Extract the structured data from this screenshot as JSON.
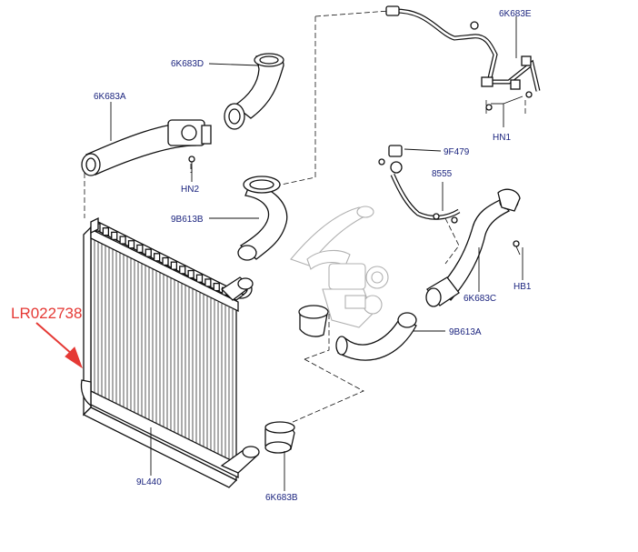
{
  "callout": {
    "text": "LR022738",
    "color": "#e53935"
  },
  "label_color": "#1a237e",
  "labels": {
    "p6K683E": "6K683E",
    "p6K683D": "6K683D",
    "p6K683A": "6K683A",
    "pHN1": "HN1",
    "pHN2": "HN2",
    "p9F479": "9F479",
    "p8555": "8555",
    "p9B613B": "9B613B",
    "pHB1": "HB1",
    "p6K683C": "6K683C",
    "p9B613A": "9B613A",
    "p9L440": "9L440",
    "p6K683B": "6K683B"
  }
}
